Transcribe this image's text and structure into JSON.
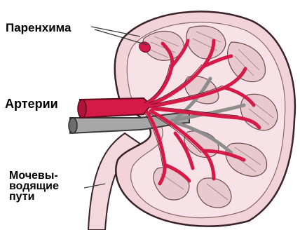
{
  "labels": {
    "parenchyma": "Паренхима",
    "arteries": "Артерии",
    "ureter_line1": "Мочевы-",
    "ureter_line2": "водящие",
    "ureter_line3": "пути"
  },
  "colors": {
    "capsule_fill": "#f2d3d9",
    "capsule_stroke": "#3a2328",
    "cortex_fill": "#f7e3e7",
    "pyramid_fill": "#e8c9cf",
    "artery": "#d61a47",
    "artery_stroke": "#5a0b1c",
    "vein_gray": "#a7a7a7",
    "ureter_fill": "#f3d8dd",
    "label_text": "#000000"
  }
}
